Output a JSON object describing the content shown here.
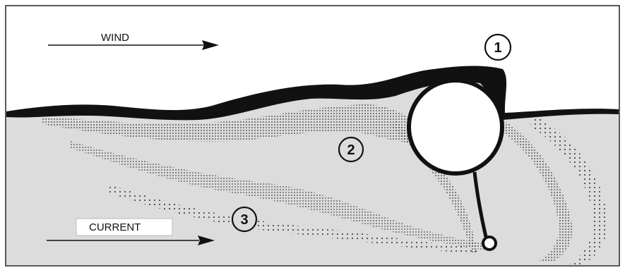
{
  "diagram": {
    "labels": {
      "wind": "WIND",
      "current": "CURRENT",
      "marker_1": "1",
      "marker_2": "2",
      "marker_3": "3"
    },
    "colors": {
      "water": "#dcdcdc",
      "ink": "#111111",
      "sky": "#ffffff",
      "stipple": "#1a1a1a"
    }
  }
}
